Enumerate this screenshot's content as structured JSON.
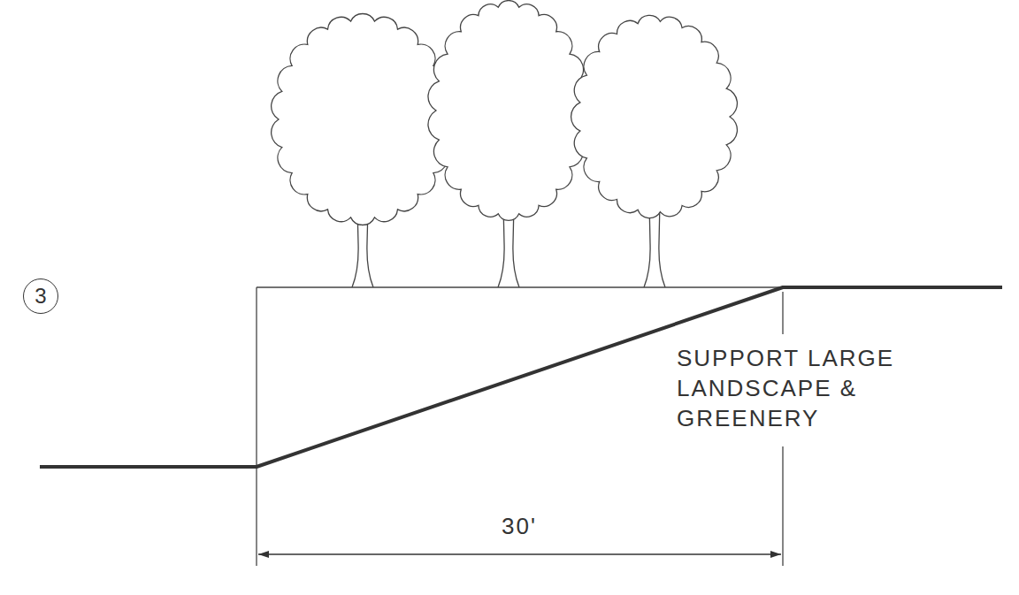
{
  "diagram": {
    "nodes": [
      {
        "text": [
          "3"
        ]
      }
    ],
    "labels": [
      "SUPPORT LARGE LANDSCAPE & GREENERY",
      "30'"
    ]
  }
}
